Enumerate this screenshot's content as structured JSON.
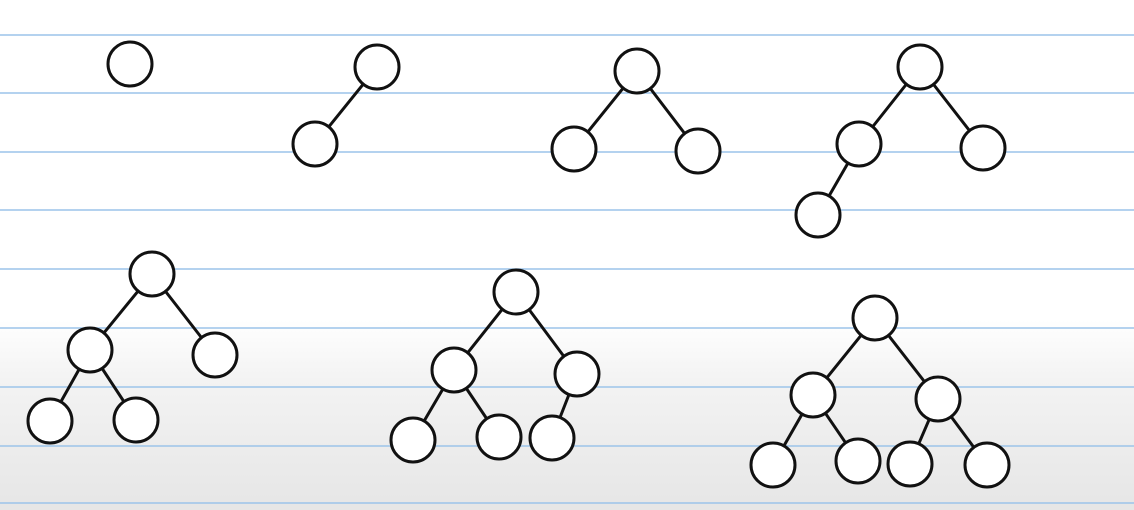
{
  "diagram": {
    "kind": "binary-tree-growth-sequence",
    "line_color": "#9cc4ea",
    "stroke_color": "#111111",
    "node_fill": "#ffffff",
    "trees": [
      {
        "name": "tree-1-node",
        "node_count": 1,
        "nodes": [
          "root"
        ],
        "edges": []
      },
      {
        "name": "tree-2-nodes",
        "node_count": 2,
        "nodes": [
          "root",
          "L"
        ],
        "edges": [
          [
            "root",
            "L"
          ]
        ]
      },
      {
        "name": "tree-3-nodes",
        "node_count": 3,
        "nodes": [
          "root",
          "L",
          "R"
        ],
        "edges": [
          [
            "root",
            "L"
          ],
          [
            "root",
            "R"
          ]
        ]
      },
      {
        "name": "tree-4-nodes",
        "node_count": 4,
        "nodes": [
          "root",
          "L",
          "R",
          "LL"
        ],
        "edges": [
          [
            "root",
            "L"
          ],
          [
            "root",
            "R"
          ],
          [
            "L",
            "LL"
          ]
        ]
      },
      {
        "name": "tree-5-nodes",
        "node_count": 5,
        "nodes": [
          "root",
          "L",
          "R",
          "LL",
          "LR"
        ],
        "edges": [
          [
            "root",
            "L"
          ],
          [
            "root",
            "R"
          ],
          [
            "L",
            "LL"
          ],
          [
            "L",
            "LR"
          ]
        ]
      },
      {
        "name": "tree-6-nodes",
        "node_count": 6,
        "nodes": [
          "root",
          "L",
          "R",
          "LL",
          "LR",
          "RL"
        ],
        "edges": [
          [
            "root",
            "L"
          ],
          [
            "root",
            "R"
          ],
          [
            "L",
            "LL"
          ],
          [
            "L",
            "LR"
          ],
          [
            "R",
            "RL"
          ]
        ]
      },
      {
        "name": "tree-7-nodes",
        "node_count": 7,
        "nodes": [
          "root",
          "L",
          "R",
          "LL",
          "LR",
          "RL",
          "RR"
        ],
        "edges": [
          [
            "root",
            "L"
          ],
          [
            "root",
            "R"
          ],
          [
            "L",
            "LL"
          ],
          [
            "L",
            "LR"
          ],
          [
            "R",
            "RL"
          ],
          [
            "R",
            "RR"
          ]
        ]
      }
    ]
  }
}
